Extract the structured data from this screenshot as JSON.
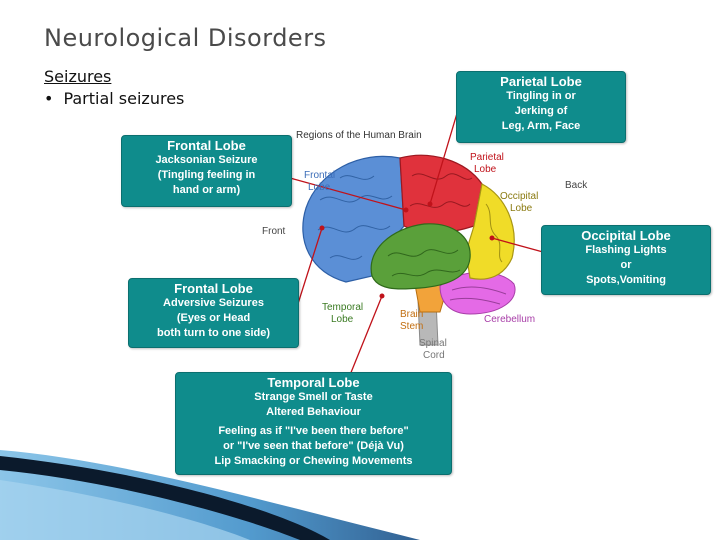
{
  "slide": {
    "title": "Neurological Disorders",
    "section": "Seizures",
    "bullet": "Partial seizures"
  },
  "diagram": {
    "heading": "Regions of the Human Brain",
    "labels": {
      "frontal_1": "Frontal",
      "frontal_2": "Lobe",
      "parietal_1": "Parietal",
      "parietal_2": "Lobe",
      "occipital_1": "Occipital",
      "occipital_2": "Lobe",
      "back": "Back",
      "front": "Front",
      "temporal_1": "Temporal",
      "temporal_2": "Lobe",
      "brainstem_1": "Brain",
      "brainstem_2": "Stem",
      "cerebellum": "Cerebellum",
      "spinal_1": "Spinal",
      "spinal_2": "Cord"
    },
    "colors": {
      "frontal": "#5b8fd6",
      "parietal": "#e0323c",
      "occipital": "#f0dc28",
      "temporal": "#5aa03a",
      "brainstem": "#f2a33a",
      "cerebellum": "#e46ae6",
      "spinal": "#b8b8b8"
    }
  },
  "callouts": {
    "parietal": {
      "heading": "Parietal Lobe",
      "lines": [
        "Tingling in or",
        "Jerking of",
        "Leg, Arm, Face"
      ]
    },
    "frontal_1": {
      "heading": "Frontal Lobe",
      "lines": [
        "Jacksonian Seizure",
        "(Tingling feeling in",
        "hand or arm)"
      ]
    },
    "occipital": {
      "heading": "Occipital Lobe",
      "lines": [
        "Flashing Lights",
        "or",
        "Spots,Vomiting"
      ]
    },
    "frontal_2": {
      "heading": "Frontal Lobe",
      "lines": [
        "Adversive Seizures",
        "(Eyes or Head",
        "both turn to one side)"
      ]
    },
    "temporal": {
      "heading": "Temporal Lobe",
      "lines": [
        "Strange Smell or Taste",
        "Altered Behaviour",
        "Feeling as if \"I've been there before\"",
        "or \"I've seen that before\" (Déjà Vu)",
        "Lip Smacking or Chewing Movements"
      ]
    }
  }
}
